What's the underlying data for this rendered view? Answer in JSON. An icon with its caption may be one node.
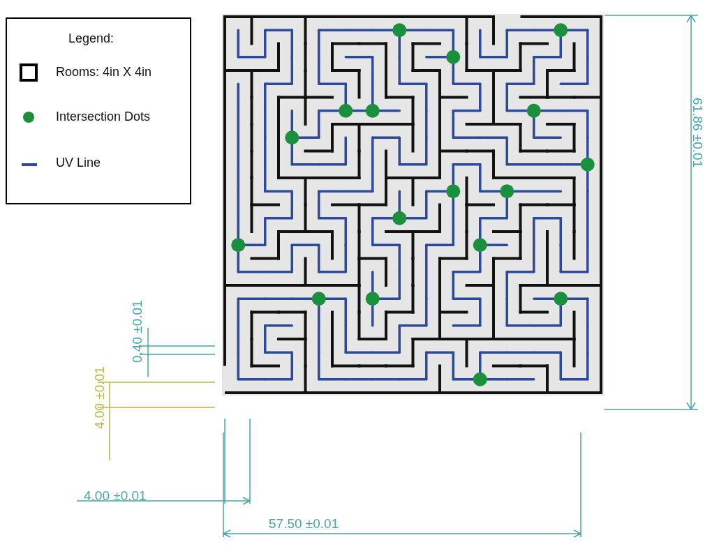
{
  "diagram": {
    "labels": [
      "Legend:",
      "61.86 ±0.01",
      "0.40 ±0.01",
      "4.00 ±0.01",
      "4.00 ±0.01",
      "57.50 ±0.01"
    ],
    "legend": [
      {
        "text": "Rooms: 4in X 4in"
      },
      {
        "text": "Intersection Dots",
        "color": "#1a8f3c"
      },
      {
        "text": "UV Line"
      }
    ]
  }
}
